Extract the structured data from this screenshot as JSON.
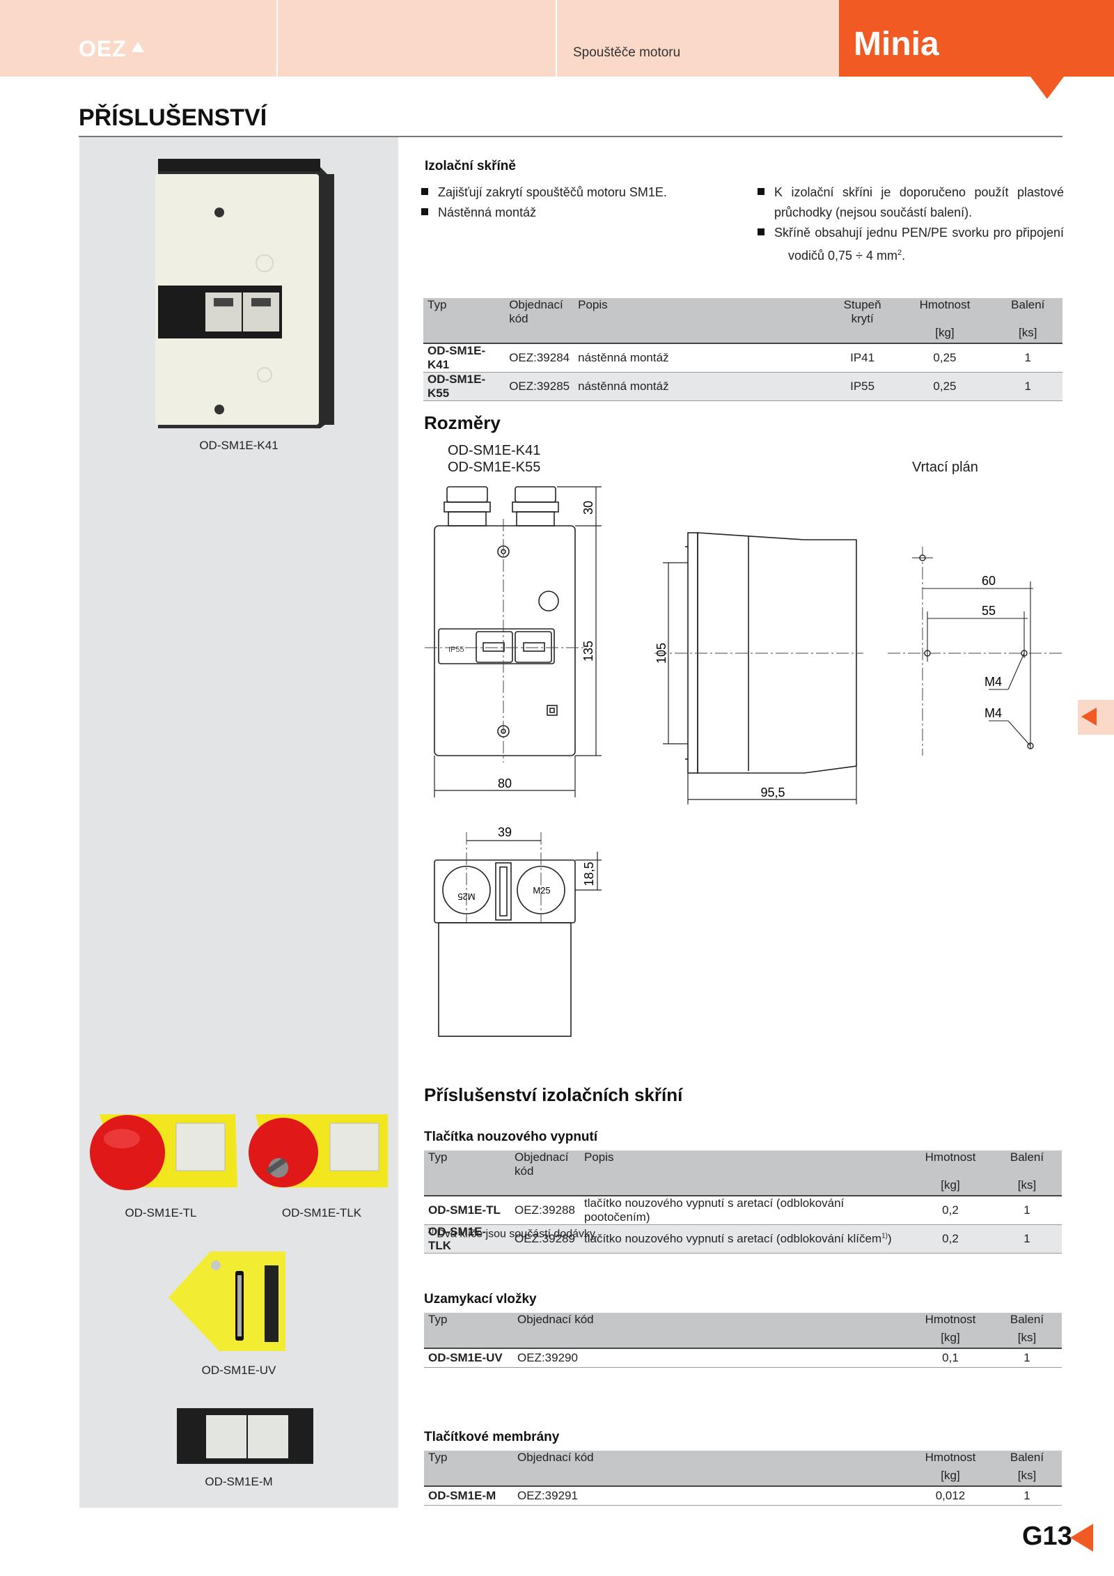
{
  "header": {
    "logo": "OEZ",
    "category": "Spouštěče motoru",
    "brand": "Minia"
  },
  "page_title": "PŘÍSLUŠENSTVÍ",
  "page_number": "G13",
  "images": {
    "k41_caption": "OD-SM1E-K41",
    "tl_caption": "OD-SM1E-TL",
    "tlk_caption": "OD-SM1E-TLK",
    "uv_caption": "OD-SM1E-UV",
    "m_caption": "OD-SM1E-M",
    "ip_label": "IP55"
  },
  "enclosures": {
    "heading": "Izolační skříně",
    "bullets_left": [
      "Zajišťují zakrytí spouštěčů motoru SM1E.",
      "Nástěnná montáž"
    ],
    "bullet_right_1_line1": "K izolační skříni je doporučeno použít plastové",
    "bullet_right_1_line2": "průchodky (nejsou součástí balení).",
    "bullet_right_2_line1": "Skříně obsahují jednu PEN/PE svorku pro připojení",
    "bullet_right_2_line2": "vodičů 0,75 ÷ 4 mm",
    "bullet_right_2_sup": "2",
    "table": {
      "headers": {
        "typ": "Typ",
        "kod": "Objednací kód",
        "popis": "Popis",
        "kryti": "Stupeň krytí",
        "hmotnost": "Hmotnost",
        "hmotnost_unit": "[kg]",
        "baleni": "Balení",
        "baleni_unit": "[ks]"
      },
      "rows": [
        {
          "typ": "OD-SM1E-K41",
          "kod": "OEZ:39284",
          "popis": "nástěnná montáž",
          "kryti": "IP41",
          "hmotnost": "0,25",
          "baleni": "1"
        },
        {
          "typ": "OD-SM1E-K55",
          "kod": "OEZ:39285",
          "popis": "nástěnná montáž",
          "kryti": "IP55",
          "hmotnost": "0,25",
          "baleni": "1"
        }
      ]
    }
  },
  "dimensions": {
    "heading": "Rozměry",
    "model_1": "OD-SM1E-K41",
    "model_2": "OD-SM1E-K55",
    "drill_plan_label": "Vrtací plán",
    "front": {
      "width": "80",
      "height": "135",
      "gland_height": "30"
    },
    "side": {
      "depth": "95,5",
      "height": "105"
    },
    "drill": {
      "outer": "60",
      "inner": "55",
      "screw_1": "M4",
      "screw_2": "M4"
    },
    "top": {
      "spacing": "39",
      "height": "18,5",
      "gland_1": "M25",
      "gland_2": "M25"
    }
  },
  "accessories": {
    "heading": "Příslušenství izolačních skříní",
    "emergency": {
      "heading": "Tlačítka nouzového vypnutí",
      "headers": {
        "typ": "Typ",
        "kod": "Objednací kód",
        "popis": "Popis",
        "hmotnost": "Hmotnost",
        "hmotnost_unit": "[kg]",
        "baleni": "Balení",
        "baleni_unit": "[ks]"
      },
      "rows": [
        {
          "typ": "OD-SM1E-TL",
          "kod": "OEZ:39288",
          "popis": "tlačítko nouzového vypnutí s aretací (odblokování pootočením)",
          "hmotnost": "0,2",
          "baleni": "1"
        },
        {
          "typ": "OD-SM1E-TLK",
          "kod": "OEZ:39289",
          "popis": "tlačítko nouzového vypnutí s aretací (odblokování klíčem",
          "popis_sup": "1)",
          "popis_tail": ")",
          "hmotnost": "0,2",
          "baleni": "1"
        }
      ],
      "note_mark": "1)",
      "note": "Dva klíče jsou součástí dodávky."
    },
    "locks": {
      "heading": "Uzamykací vložky",
      "headers": {
        "typ": "Typ",
        "kod": "Objednací kód",
        "hmotnost": "Hmotnost",
        "hmotnost_unit": "[kg]",
        "baleni": "Balení",
        "baleni_unit": "[ks]"
      },
      "rows": [
        {
          "typ": "OD-SM1E-UV",
          "kod": "OEZ:39290",
          "hmotnost": "0,1",
          "baleni": "1"
        }
      ]
    },
    "membranes": {
      "heading": "Tlačítkové membrány",
      "headers": {
        "typ": "Typ",
        "kod": "Objednací kód",
        "hmotnost": "Hmotnost",
        "hmotnost_unit": "[kg]",
        "baleni": "Balení",
        "baleni_unit": "[ks]"
      },
      "rows": [
        {
          "typ": "OD-SM1E-M",
          "kod": "OEZ:39291",
          "hmotnost": "0,012",
          "baleni": "1"
        }
      ]
    }
  },
  "colors": {
    "accent": "#f15a22",
    "header_tint": "#fbd9c9",
    "table_header": "#c4c6c8",
    "side_panel": "#e2e4e5"
  }
}
